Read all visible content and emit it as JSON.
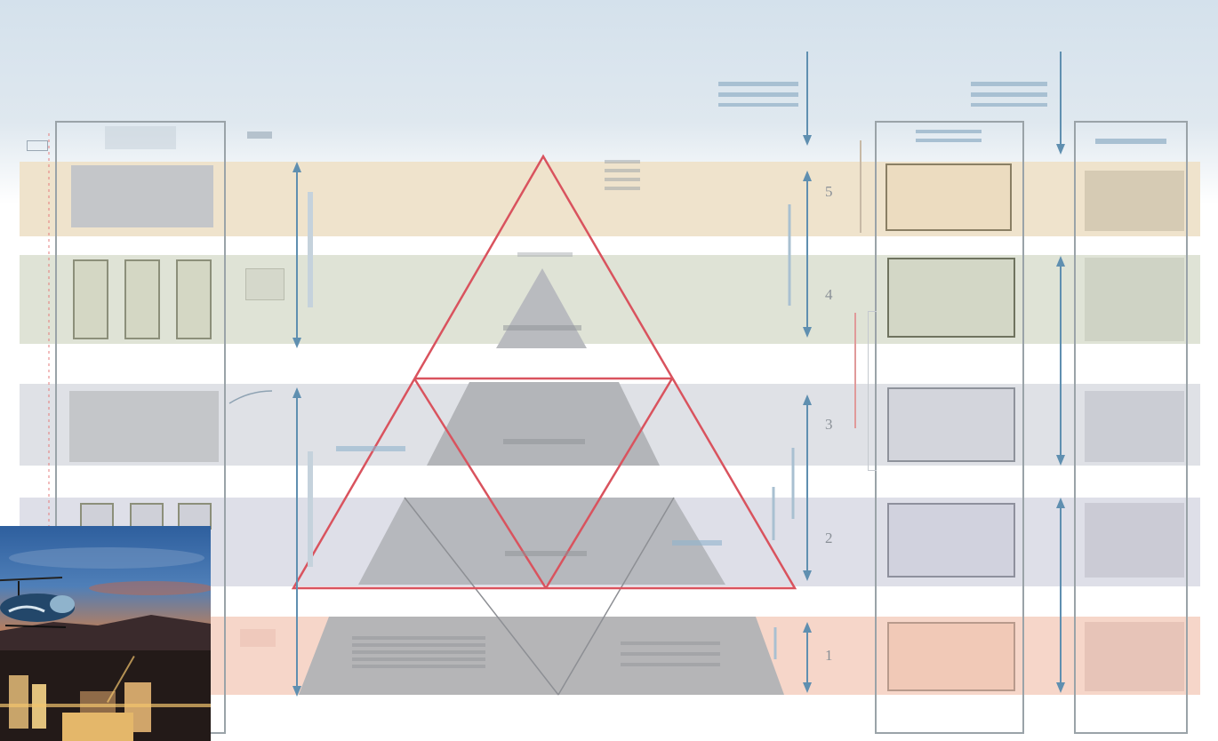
{
  "colors": {
    "sky_top": "#dbe6ef",
    "band_level5": "#efe3cc",
    "band_level4": "#dfe3d6",
    "band_level3": "#dfe1e6",
    "band_level2": "#dedfe8",
    "band_level1": "#f6d6c9",
    "box_fill": "#c4c6c9",
    "pyramid_red": "#d9535e",
    "arrow_blue": "#5f8fb0"
  },
  "levels": [
    "5",
    "4",
    "3",
    "2",
    "1"
  ],
  "icons": {
    "photo": "helicopter-over-city-photo"
  }
}
